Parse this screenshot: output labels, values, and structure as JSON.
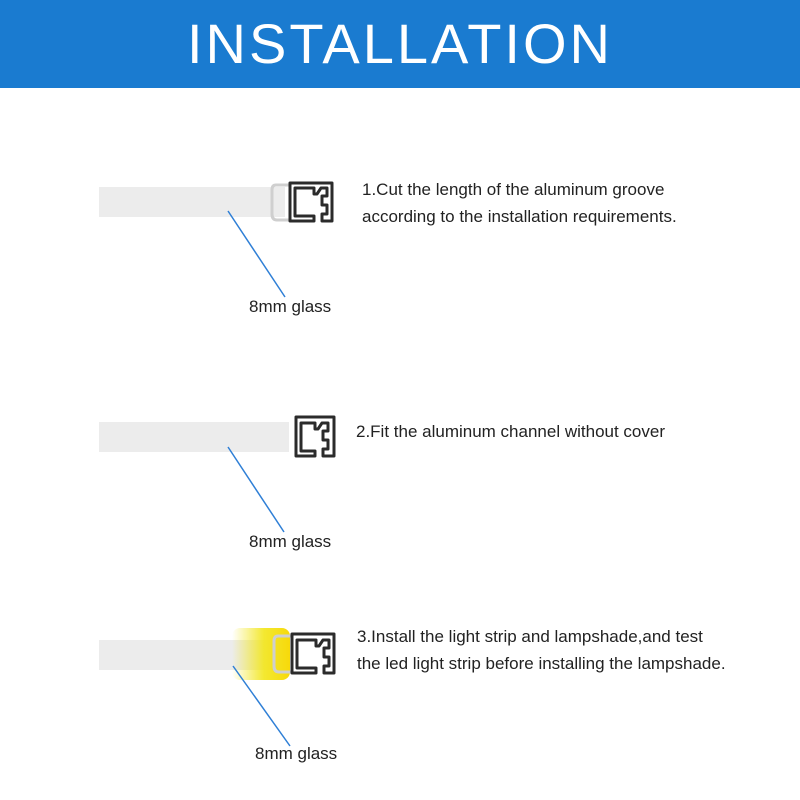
{
  "header": {
    "title": "INSTALLATION",
    "background_color": "#1a7bd0"
  },
  "colors": {
    "glass": "#ececec",
    "channel": "#2b2b2b",
    "pointer": "#2f7fd6",
    "led": "#f2e61a"
  },
  "steps": [
    {
      "text": "1.Cut the length of the aluminum groove\naccording to the installation requirements.",
      "label": "8mm glass",
      "has_cover": true,
      "has_led": false
    },
    {
      "text": "2.Fit the aluminum channel without cover",
      "label": "8mm glass",
      "has_cover": false,
      "has_led": false
    },
    {
      "text": "3.Install the light strip and lampshade,and test\nthe led light strip before installing the lampshade.",
      "label": "8mm glass",
      "has_cover": true,
      "has_led": true
    }
  ]
}
